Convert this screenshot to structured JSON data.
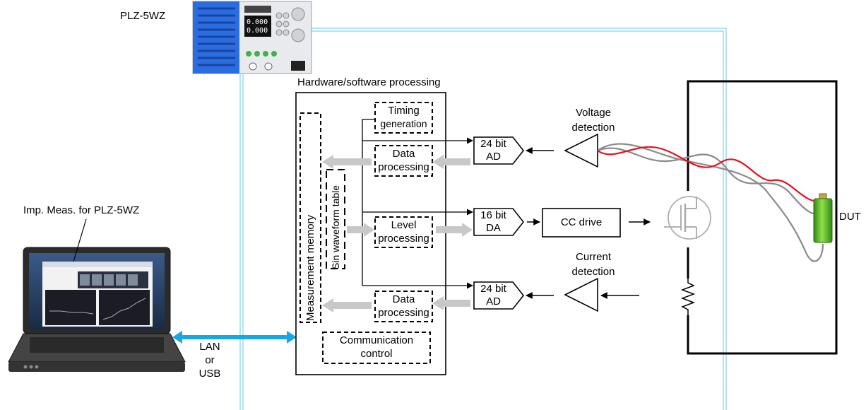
{
  "diagram": {
    "device_name": "PLZ-5WZ",
    "software_label": "Imp. Meas. for PLZ-5WZ",
    "processing_title": "Hardware/software processing",
    "measurement_memory": "Measurement memory",
    "sin_table": "Sin waveform table",
    "timing": [
      "Timing",
      "generation"
    ],
    "data_processing_top": [
      "Data",
      "processing"
    ],
    "level_processing": [
      "Level",
      "processing"
    ],
    "data_processing_bottom": [
      "Data",
      "processing"
    ],
    "communication": [
      "Communication",
      "control"
    ],
    "adc_top": [
      "24 bit",
      "AD"
    ],
    "dac": [
      "16 bit",
      "DA"
    ],
    "adc_bottom": [
      "24 bit",
      "AD"
    ],
    "cc_drive": "CC drive",
    "voltage_detection": [
      "Voltage",
      "detection"
    ],
    "current_detection": [
      "Current",
      "detection"
    ],
    "dut": "DUT",
    "link": [
      "LAN",
      "or",
      "USB"
    ],
    "device_display": [
      "0.000",
      "0.000"
    ],
    "colors": {
      "sense_red": "#e8111a",
      "sense_gray": "#8a8a8a",
      "link_blue": "#14a8e6",
      "accent_line": "#7fd3f0",
      "battery_green": "#5cc22a",
      "flow_gray": "#c8c8c8",
      "device_blue": "#2a6de0"
    }
  }
}
